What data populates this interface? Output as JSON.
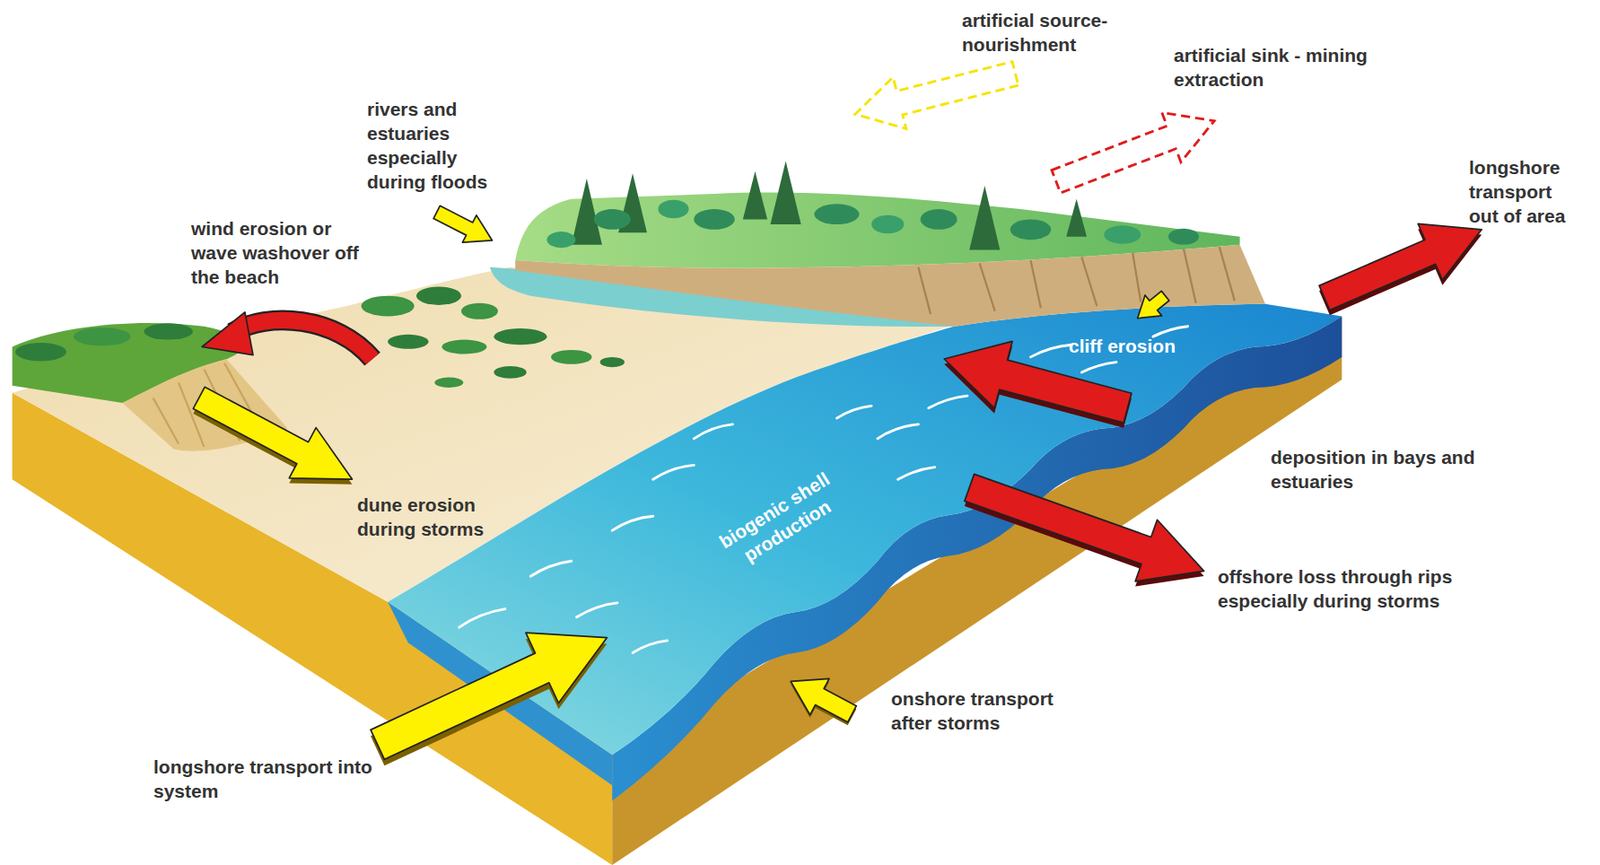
{
  "diagram": {
    "labels": [
      "artificial source- nourishment",
      "artificial sink - mining extraction",
      "rivers and estuaries especially during floods",
      "wind erosion or wave washover off the beach",
      "longshore transport out of area",
      "cliff erosion",
      "dune erosion during storms",
      "biogenic shell production",
      "deposition in bays and estuaries",
      "offshore loss through rips especially during storms",
      "onshore transport after storms",
      "longshore transport into system"
    ]
  }
}
